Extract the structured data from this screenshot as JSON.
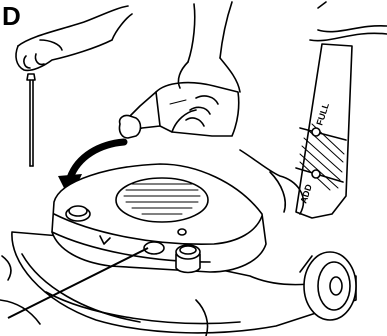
{
  "step": {
    "label": "D"
  },
  "dipstick": {
    "full_label": "FULL",
    "add_label": "ADD"
  }
}
